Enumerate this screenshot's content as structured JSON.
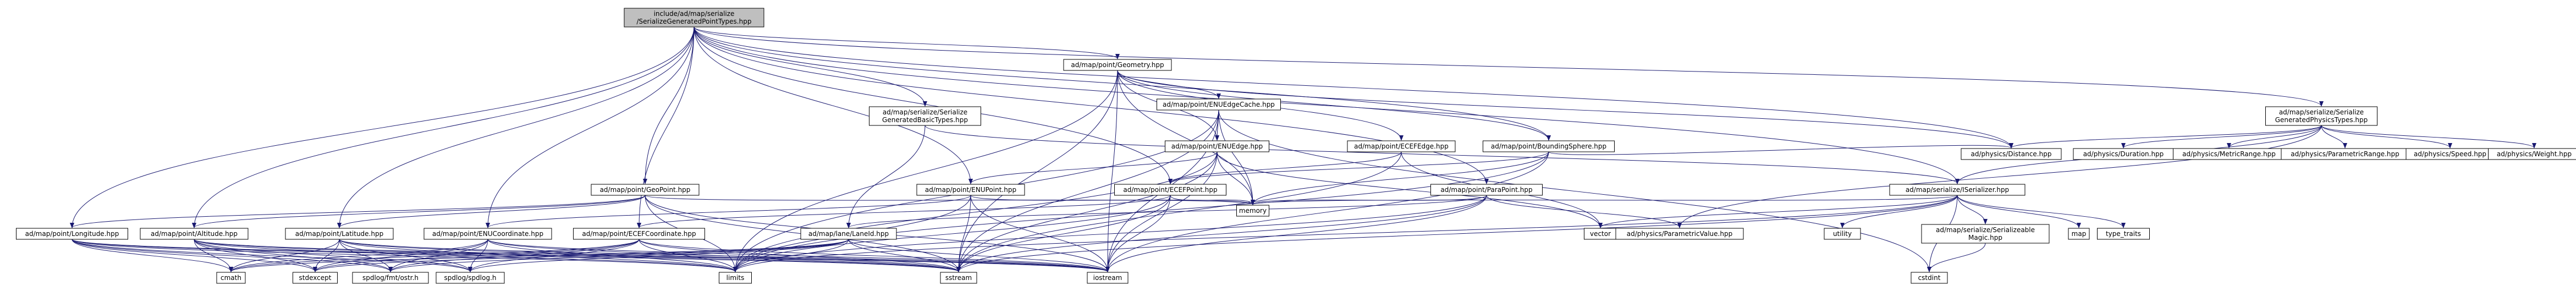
{
  "diagram": {
    "colors": {
      "edge": "#191970",
      "node_fill": "#ffffff",
      "root_fill": "#bfbfbf",
      "border": "#000000",
      "text": "#000000"
    },
    "nodes": [
      {
        "id": "root",
        "lines": [
          "include/ad/map/serialize",
          "/SerializeGeneratedPointTypes.hpp"
        ],
        "root": true
      },
      {
        "id": "geometry",
        "lines": [
          "ad/map/point/Geometry.hpp"
        ]
      },
      {
        "id": "enuedgecache",
        "lines": [
          "ad/map/point/ENUEdgeCache.hpp"
        ]
      },
      {
        "id": "sergenbasic",
        "lines": [
          "ad/map/serialize/Serialize",
          "GeneratedBasicTypes.hpp"
        ]
      },
      {
        "id": "enuedge",
        "lines": [
          "ad/map/point/ENUEdge.hpp"
        ]
      },
      {
        "id": "ecefedge",
        "lines": [
          "ad/map/point/ECEFEdge.hpp"
        ]
      },
      {
        "id": "boundingsphere",
        "lines": [
          "ad/map/point/BoundingSphere.hpp"
        ]
      },
      {
        "id": "sergenphysics",
        "lines": [
          "ad/map/serialize/Serialize",
          "GeneratedPhysicsTypes.hpp"
        ]
      },
      {
        "id": "geopoint",
        "lines": [
          "ad/map/point/GeoPoint.hpp"
        ]
      },
      {
        "id": "enupoint",
        "lines": [
          "ad/map/point/ENUPoint.hpp"
        ]
      },
      {
        "id": "ecefpoint",
        "lines": [
          "ad/map/point/ECEFPoint.hpp"
        ]
      },
      {
        "id": "parapoint",
        "lines": [
          "ad/map/point/ParaPoint.hpp"
        ]
      },
      {
        "id": "serializer",
        "lines": [
          "ad/map/serialize/ISerializer.hpp"
        ]
      },
      {
        "id": "distance",
        "lines": [
          "ad/physics/Distance.hpp"
        ]
      },
      {
        "id": "duration",
        "lines": [
          "ad/physics/Duration.hpp"
        ]
      },
      {
        "id": "metricrange",
        "lines": [
          "ad/physics/MetricRange.hpp"
        ]
      },
      {
        "id": "parametricrange",
        "lines": [
          "ad/physics/ParametricRange.hpp"
        ]
      },
      {
        "id": "speed",
        "lines": [
          "ad/physics/Speed.hpp"
        ]
      },
      {
        "id": "weight",
        "lines": [
          "ad/physics/Weight.hpp"
        ]
      },
      {
        "id": "longitude",
        "lines": [
          "ad/map/point/Longitude.hpp"
        ]
      },
      {
        "id": "altitude",
        "lines": [
          "ad/map/point/Altitude.hpp"
        ]
      },
      {
        "id": "latitude",
        "lines": [
          "ad/map/point/Latitude.hpp"
        ]
      },
      {
        "id": "enucoordinate",
        "lines": [
          "ad/map/point/ENUCoordinate.hpp"
        ]
      },
      {
        "id": "ecefcoordinate",
        "lines": [
          "ad/map/point/ECEFCoordinate.hpp"
        ]
      },
      {
        "id": "laneid",
        "lines": [
          "ad/map/lane/LaneId.hpp"
        ]
      },
      {
        "id": "memory",
        "lines": [
          "memory"
        ]
      },
      {
        "id": "vector",
        "lines": [
          "vector"
        ]
      },
      {
        "id": "paramvalue",
        "lines": [
          "ad/physics/ParametricValue.hpp"
        ]
      },
      {
        "id": "utility",
        "lines": [
          "utility"
        ]
      },
      {
        "id": "serializeable",
        "lines": [
          "ad/map/serialize/Serializeable",
          "Magic.hpp"
        ]
      },
      {
        "id": "map",
        "lines": [
          "map"
        ]
      },
      {
        "id": "type_traits",
        "lines": [
          "type_traits"
        ]
      },
      {
        "id": "cmath",
        "lines": [
          "cmath"
        ]
      },
      {
        "id": "stdexcept",
        "lines": [
          "stdexcept"
        ]
      },
      {
        "id": "fmtostr",
        "lines": [
          "spdlog/fmt/ostr.h"
        ]
      },
      {
        "id": "spdlog",
        "lines": [
          "spdlog/spdlog.h"
        ]
      },
      {
        "id": "limits",
        "lines": [
          "limits"
        ]
      },
      {
        "id": "sstream",
        "lines": [
          "sstream"
        ]
      },
      {
        "id": "iostream",
        "lines": [
          "iostream"
        ]
      },
      {
        "id": "cstdint",
        "lines": [
          "cstdint"
        ]
      }
    ],
    "edges": [
      [
        "root",
        "geometry"
      ],
      [
        "root",
        "sergenbasic"
      ],
      [
        "root",
        "sergenphysics"
      ],
      [
        "root",
        "geopoint"
      ],
      [
        "root",
        "enupoint"
      ],
      [
        "root",
        "ecefpoint"
      ],
      [
        "root",
        "parapoint"
      ],
      [
        "root",
        "boundingsphere"
      ],
      [
        "root",
        "serializer"
      ],
      [
        "root",
        "longitude"
      ],
      [
        "root",
        "altitude"
      ],
      [
        "root",
        "latitude"
      ],
      [
        "root",
        "enucoordinate"
      ],
      [
        "root",
        "ecefcoordinate"
      ],
      [
        "root",
        "distance"
      ],
      [
        "geometry",
        "enuedgecache"
      ],
      [
        "geometry",
        "enuedge"
      ],
      [
        "geometry",
        "ecefedge"
      ],
      [
        "geometry",
        "boundingsphere"
      ],
      [
        "geometry",
        "memory"
      ],
      [
        "geometry",
        "limits"
      ],
      [
        "geometry",
        "sstream"
      ],
      [
        "geometry",
        "iostream"
      ],
      [
        "geometry",
        "distance"
      ],
      [
        "enuedgecache",
        "enuedge"
      ],
      [
        "enuedgecache",
        "memory"
      ],
      [
        "enuedgecache",
        "limits"
      ],
      [
        "enuedgecache",
        "sstream"
      ],
      [
        "enuedgecache",
        "iostream"
      ],
      [
        "enuedgecache",
        "cstdint"
      ],
      [
        "sergenbasic",
        "laneid"
      ],
      [
        "sergenbasic",
        "serializer"
      ],
      [
        "enuedge",
        "enupoint"
      ],
      [
        "enuedge",
        "vector"
      ],
      [
        "enuedge",
        "memory"
      ],
      [
        "enuedge",
        "limits"
      ],
      [
        "enuedge",
        "sstream"
      ],
      [
        "enuedge",
        "iostream"
      ],
      [
        "ecefedge",
        "ecefpoint"
      ],
      [
        "ecefedge",
        "vector"
      ],
      [
        "ecefedge",
        "sstream"
      ],
      [
        "boundingsphere",
        "ecefpoint"
      ],
      [
        "boundingsphere",
        "distance"
      ],
      [
        "boundingsphere",
        "memory"
      ],
      [
        "boundingsphere",
        "limits"
      ],
      [
        "boundingsphere",
        "iostream"
      ],
      [
        "sergenphysics",
        "serializer"
      ],
      [
        "sergenphysics",
        "distance"
      ],
      [
        "sergenphysics",
        "duration"
      ],
      [
        "sergenphysics",
        "metricrange"
      ],
      [
        "sergenphysics",
        "parametricrange"
      ],
      [
        "sergenphysics",
        "speed"
      ],
      [
        "sergenphysics",
        "weight"
      ],
      [
        "sergenphysics",
        "paramvalue"
      ],
      [
        "geopoint",
        "longitude"
      ],
      [
        "geopoint",
        "altitude"
      ],
      [
        "geopoint",
        "latitude"
      ],
      [
        "geopoint",
        "memory"
      ],
      [
        "geopoint",
        "limits"
      ],
      [
        "geopoint",
        "sstream"
      ],
      [
        "geopoint",
        "iostream"
      ],
      [
        "enupoint",
        "enucoordinate"
      ],
      [
        "enupoint",
        "memory"
      ],
      [
        "enupoint",
        "limits"
      ],
      [
        "enupoint",
        "sstream"
      ],
      [
        "enupoint",
        "iostream"
      ],
      [
        "ecefpoint",
        "ecefcoordinate"
      ],
      [
        "ecefpoint",
        "memory"
      ],
      [
        "ecefpoint",
        "limits"
      ],
      [
        "ecefpoint",
        "sstream"
      ],
      [
        "ecefpoint",
        "iostream"
      ],
      [
        "parapoint",
        "laneid"
      ],
      [
        "parapoint",
        "paramvalue"
      ],
      [
        "parapoint",
        "memory"
      ],
      [
        "parapoint",
        "limits"
      ],
      [
        "parapoint",
        "sstream"
      ],
      [
        "parapoint",
        "iostream"
      ],
      [
        "serializer",
        "memory"
      ],
      [
        "serializer",
        "vector"
      ],
      [
        "serializer",
        "utility"
      ],
      [
        "serializer",
        "serializeable"
      ],
      [
        "serializer",
        "map"
      ],
      [
        "serializer",
        "type_traits"
      ],
      [
        "serializer",
        "cstdint"
      ],
      [
        "serializer",
        "limits"
      ],
      [
        "serializer",
        "sstream"
      ],
      [
        "serializeable",
        "cstdint"
      ],
      [
        "longitude",
        "cmath"
      ],
      [
        "longitude",
        "stdexcept"
      ],
      [
        "longitude",
        "fmtostr"
      ],
      [
        "longitude",
        "spdlog"
      ],
      [
        "longitude",
        "limits"
      ],
      [
        "longitude",
        "sstream"
      ],
      [
        "longitude",
        "iostream"
      ],
      [
        "altitude",
        "cmath"
      ],
      [
        "altitude",
        "stdexcept"
      ],
      [
        "altitude",
        "fmtostr"
      ],
      [
        "altitude",
        "spdlog"
      ],
      [
        "altitude",
        "limits"
      ],
      [
        "altitude",
        "sstream"
      ],
      [
        "altitude",
        "iostream"
      ],
      [
        "latitude",
        "cmath"
      ],
      [
        "latitude",
        "stdexcept"
      ],
      [
        "latitude",
        "fmtostr"
      ],
      [
        "latitude",
        "spdlog"
      ],
      [
        "latitude",
        "limits"
      ],
      [
        "latitude",
        "sstream"
      ],
      [
        "latitude",
        "iostream"
      ],
      [
        "enucoordinate",
        "cmath"
      ],
      [
        "enucoordinate",
        "stdexcept"
      ],
      [
        "enucoordinate",
        "fmtostr"
      ],
      [
        "enucoordinate",
        "spdlog"
      ],
      [
        "enucoordinate",
        "limits"
      ],
      [
        "enucoordinate",
        "sstream"
      ],
      [
        "enucoordinate",
        "iostream"
      ],
      [
        "ecefcoordinate",
        "cmath"
      ],
      [
        "ecefcoordinate",
        "stdexcept"
      ],
      [
        "ecefcoordinate",
        "fmtostr"
      ],
      [
        "ecefcoordinate",
        "spdlog"
      ],
      [
        "ecefcoordinate",
        "limits"
      ],
      [
        "ecefcoordinate",
        "sstream"
      ],
      [
        "ecefcoordinate",
        "iostream"
      ],
      [
        "laneid",
        "cmath"
      ],
      [
        "laneid",
        "stdexcept"
      ],
      [
        "laneid",
        "fmtostr"
      ],
      [
        "laneid",
        "spdlog"
      ],
      [
        "laneid",
        "limits"
      ],
      [
        "laneid",
        "sstream"
      ],
      [
        "laneid",
        "iostream"
      ]
    ]
  }
}
